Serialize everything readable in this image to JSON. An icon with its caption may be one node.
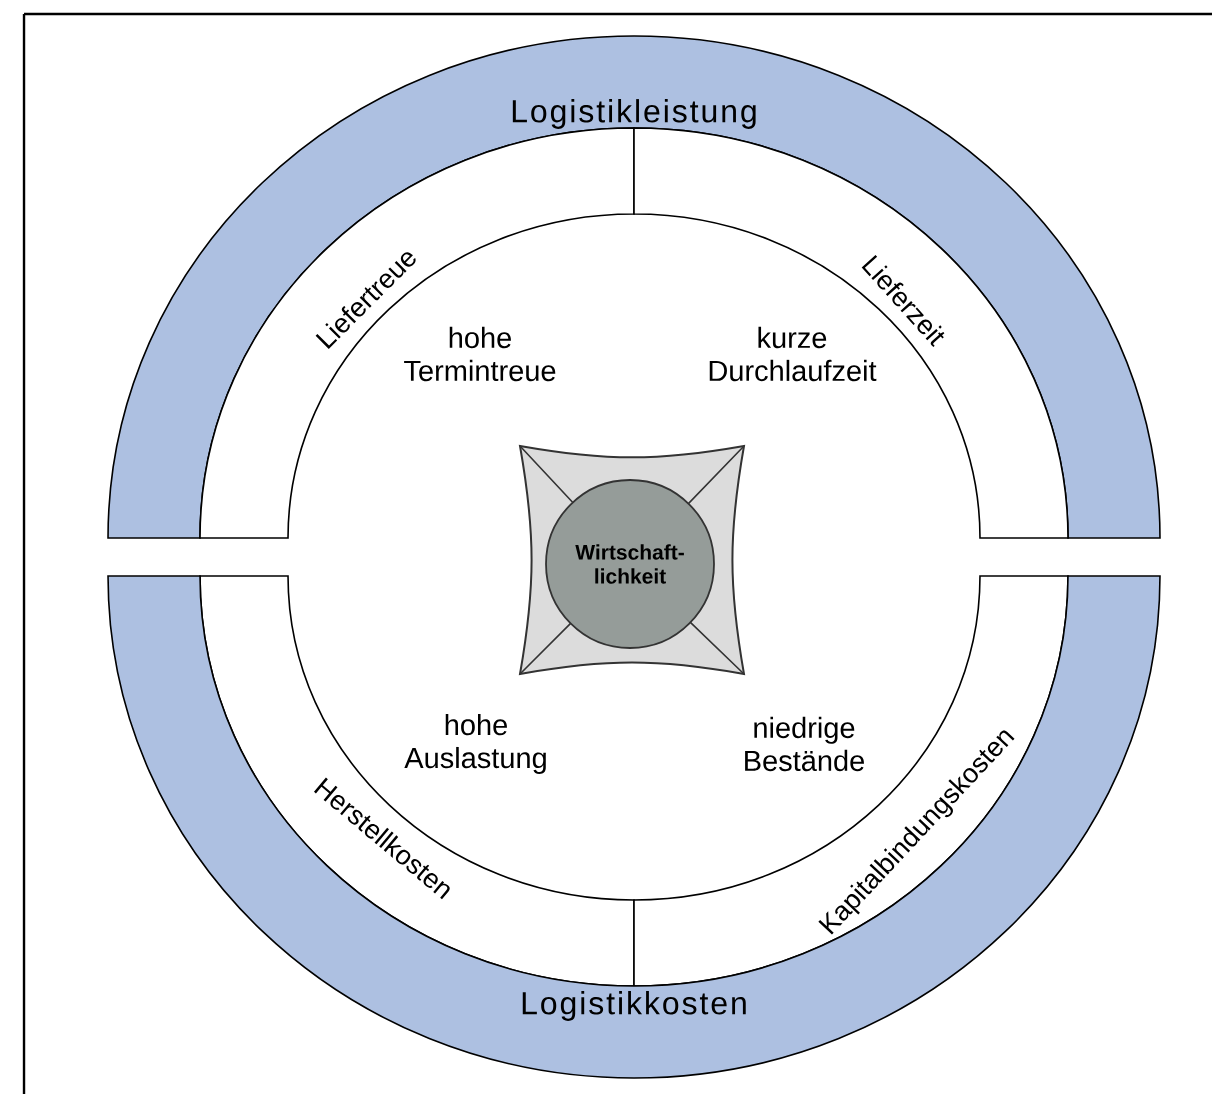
{
  "diagram": {
    "nodes": [
      {
        "text": [
          "Logistikleistung"
        ]
      },
      {
        "text": [
          "Liefertreue"
        ]
      },
      {
        "text": [
          "Lieferzeit"
        ]
      },
      {
        "text": [
          "Wirtschaft-lichkeit"
        ]
      },
      {
        "text": [
          "Herstellkosten"
        ]
      },
      {
        "text": [
          "Kapitalbindungskosten"
        ]
      },
      {
        "text": [
          "Logistikkosten"
        ]
      }
    ],
    "labels": [
      "hohe Termintreue",
      "kurze Durchlaufzeit",
      "hohe Auslastung",
      "niedrige Bestände"
    ]
  }
}
